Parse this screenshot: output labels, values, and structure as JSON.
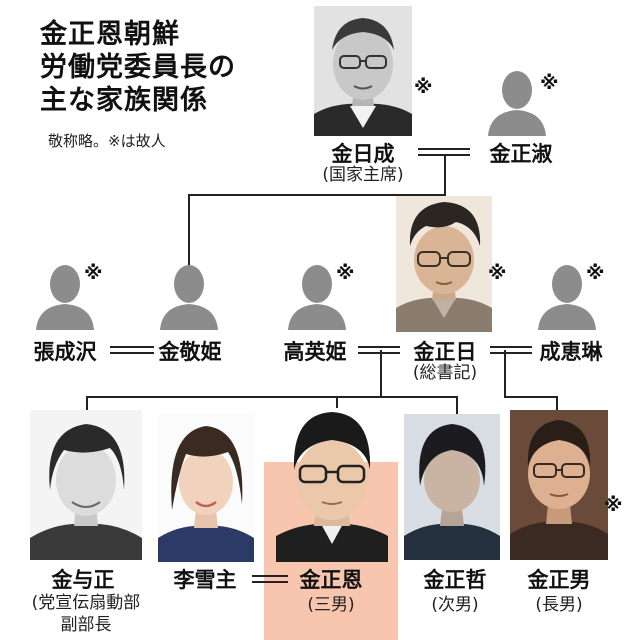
{
  "title": {
    "line1": "金正恩朝鮮",
    "line2": "労働党委員長の",
    "line3": "主な家族関係"
  },
  "note": "敬称略。※は故人",
  "deceased_mark": "※",
  "people": {
    "kim_il_sung": {
      "name": "金日成",
      "role": "(国家主席)"
    },
    "kim_jong_suk": {
      "name": "金正淑"
    },
    "jang_song_thaek": {
      "name": "張成沢"
    },
    "kim_kyong_hui": {
      "name": "金敬姫"
    },
    "ko_yong_hui": {
      "name": "高英姫"
    },
    "kim_jong_il": {
      "name": "金正日",
      "role": "(総書記)"
    },
    "song_hye_rim": {
      "name": "成恵琳"
    },
    "kim_yo_jong": {
      "name": "金与正",
      "role_line1": "(党宣伝扇動部",
      "role_line2": "副部長"
    },
    "ri_sol_ju": {
      "name": "李雪主"
    },
    "kim_jong_un": {
      "name": "金正恩",
      "role": "(三男)"
    },
    "kim_jong_chol": {
      "name": "金正哲",
      "role": "(次男)"
    },
    "kim_jong_nam": {
      "name": "金正男",
      "role": "(長男)"
    }
  },
  "colors": {
    "highlight": "#f8c5ae",
    "silhouette": "#8c8c8c",
    "line": "#222222"
  }
}
